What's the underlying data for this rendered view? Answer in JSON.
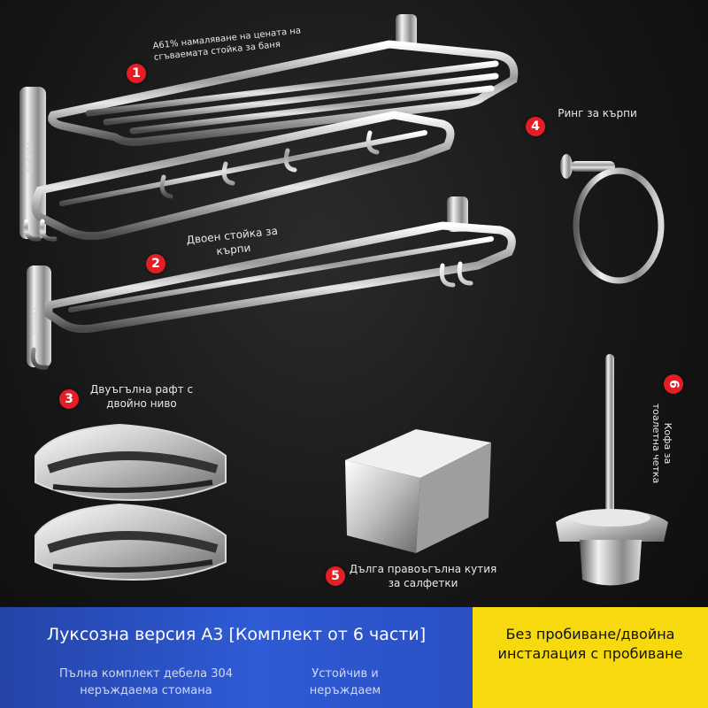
{
  "items": [
    {
      "num": "1",
      "label": "A61% намаляване на цената на сгъваемата стойка за баня"
    },
    {
      "num": "2",
      "label": "Двоен стойка за кърпи"
    },
    {
      "num": "3",
      "label": "Двуъгълна рафт с двойно ниво"
    },
    {
      "num": "4",
      "label": "Ринг за кърпи"
    },
    {
      "num": "5",
      "label": "Дълга правоъгълна кутия за салфетки"
    },
    {
      "num": "6",
      "label": "Кофа за тоалетна четка"
    }
  ],
  "engravings": [
    "SUS304",
    "SUS304"
  ],
  "banner": {
    "title": "Луксозна версия A3 [Комплект от 6 части]",
    "feature1": "Пълна комплект дебела 304 неръждаема стомана",
    "feature2": "Устойчив и неръждаем",
    "right": "Без пробиване/двойна инсталация с пробиване"
  },
  "colors": {
    "badge": "#e31e24",
    "banner_blue": "#2f5bd6",
    "banner_yellow": "#f6d90e"
  }
}
